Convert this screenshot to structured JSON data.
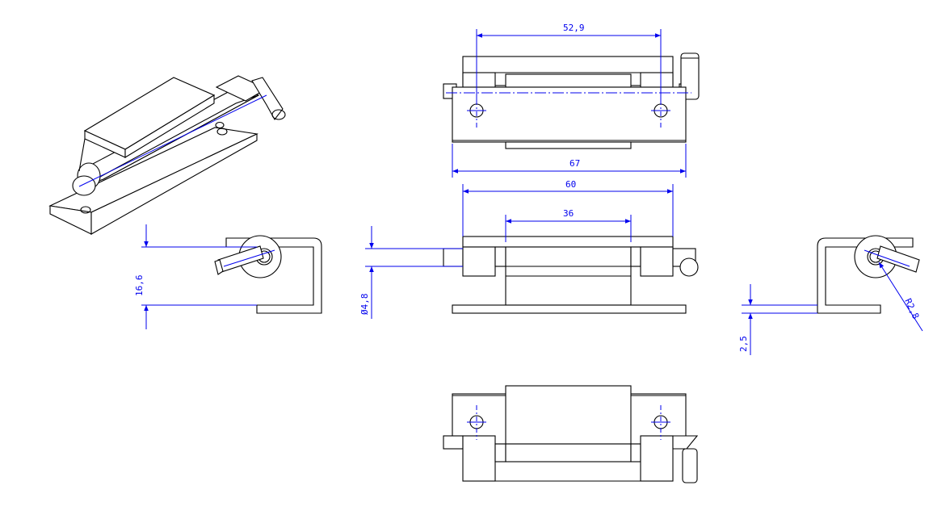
{
  "drawing": {
    "subject": "hinge multi-view technical drawing",
    "dimensions": {
      "hole_spacing": "52,9",
      "overall_length": "67",
      "leaf_length": "60",
      "center_section": "36",
      "height": "16,6",
      "pin_diameter": "Ø4,8",
      "thickness": "2,5",
      "radius": "R2,8"
    },
    "colors": {
      "geometry": "#000000",
      "dimensions": "#0000ee"
    }
  }
}
